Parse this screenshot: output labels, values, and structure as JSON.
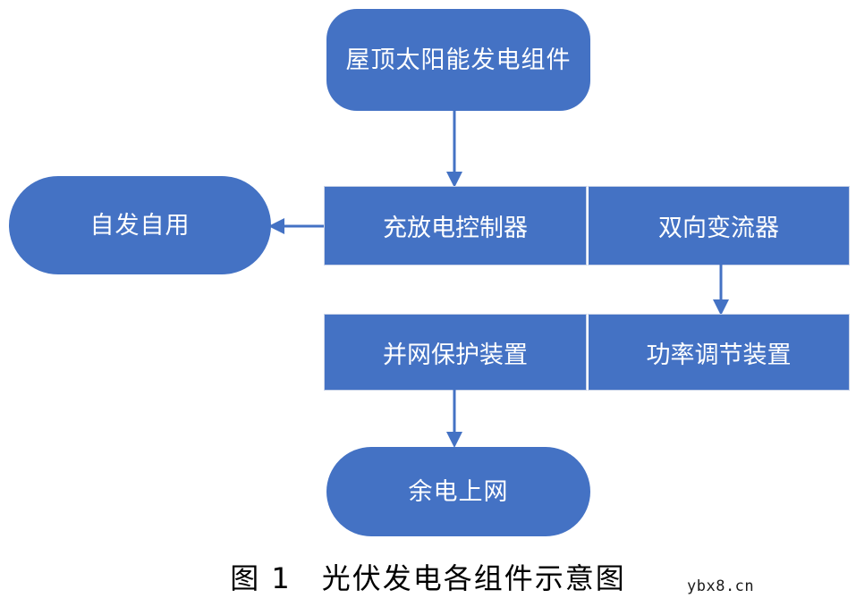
{
  "figure": {
    "caption": "图 1　光伏发电各组件示意图",
    "watermark": "ybx8.cn",
    "colors": {
      "node_fill": "#4472C4",
      "node_text": "#FFFFFF",
      "node_border": "#C9D3E8",
      "connector": "#4472C4",
      "divider": "#FFFFFF",
      "background": "#FFFFFF",
      "caption_text": "#000000"
    }
  },
  "nodes": {
    "pv_array": {
      "label": "屋顶太阳能发电组件",
      "shape": "rounded-rectangle"
    },
    "self_use": {
      "label": "自发自用",
      "shape": "stadium"
    },
    "grid_feed": {
      "label": "余电上网",
      "shape": "stadium"
    },
    "charge_controller": {
      "label": "充放电控制器",
      "shape": "rectangle"
    },
    "bidirectional_converter": {
      "label": "双向变流器",
      "shape": "rectangle"
    },
    "grid_protection": {
      "label": "并网保护装置",
      "shape": "rectangle"
    },
    "power_regulator": {
      "label": "功率调节装置",
      "shape": "rectangle"
    }
  },
  "rows": [
    {
      "name": "row-1",
      "cells": [
        "充放电控制器",
        "双向变流器"
      ]
    },
    {
      "name": "row-2",
      "cells": [
        "并网保护装置",
        "功率调节装置"
      ]
    }
  ],
  "connectors": [
    {
      "name": "pv-to-charge-controller",
      "from": "屋顶太阳能发电组件",
      "to": "充放电控制器",
      "direction": "down"
    },
    {
      "name": "charge-controller-to-self-use",
      "from": "充放电控制器",
      "to": "自发自用",
      "direction": "left"
    },
    {
      "name": "converter-to-power-regulator",
      "from": "双向变流器",
      "to": "功率调节装置",
      "direction": "down"
    },
    {
      "name": "grid-protection-to-grid-feed",
      "from": "并网保护装置",
      "to": "余电上网",
      "direction": "down"
    }
  ]
}
